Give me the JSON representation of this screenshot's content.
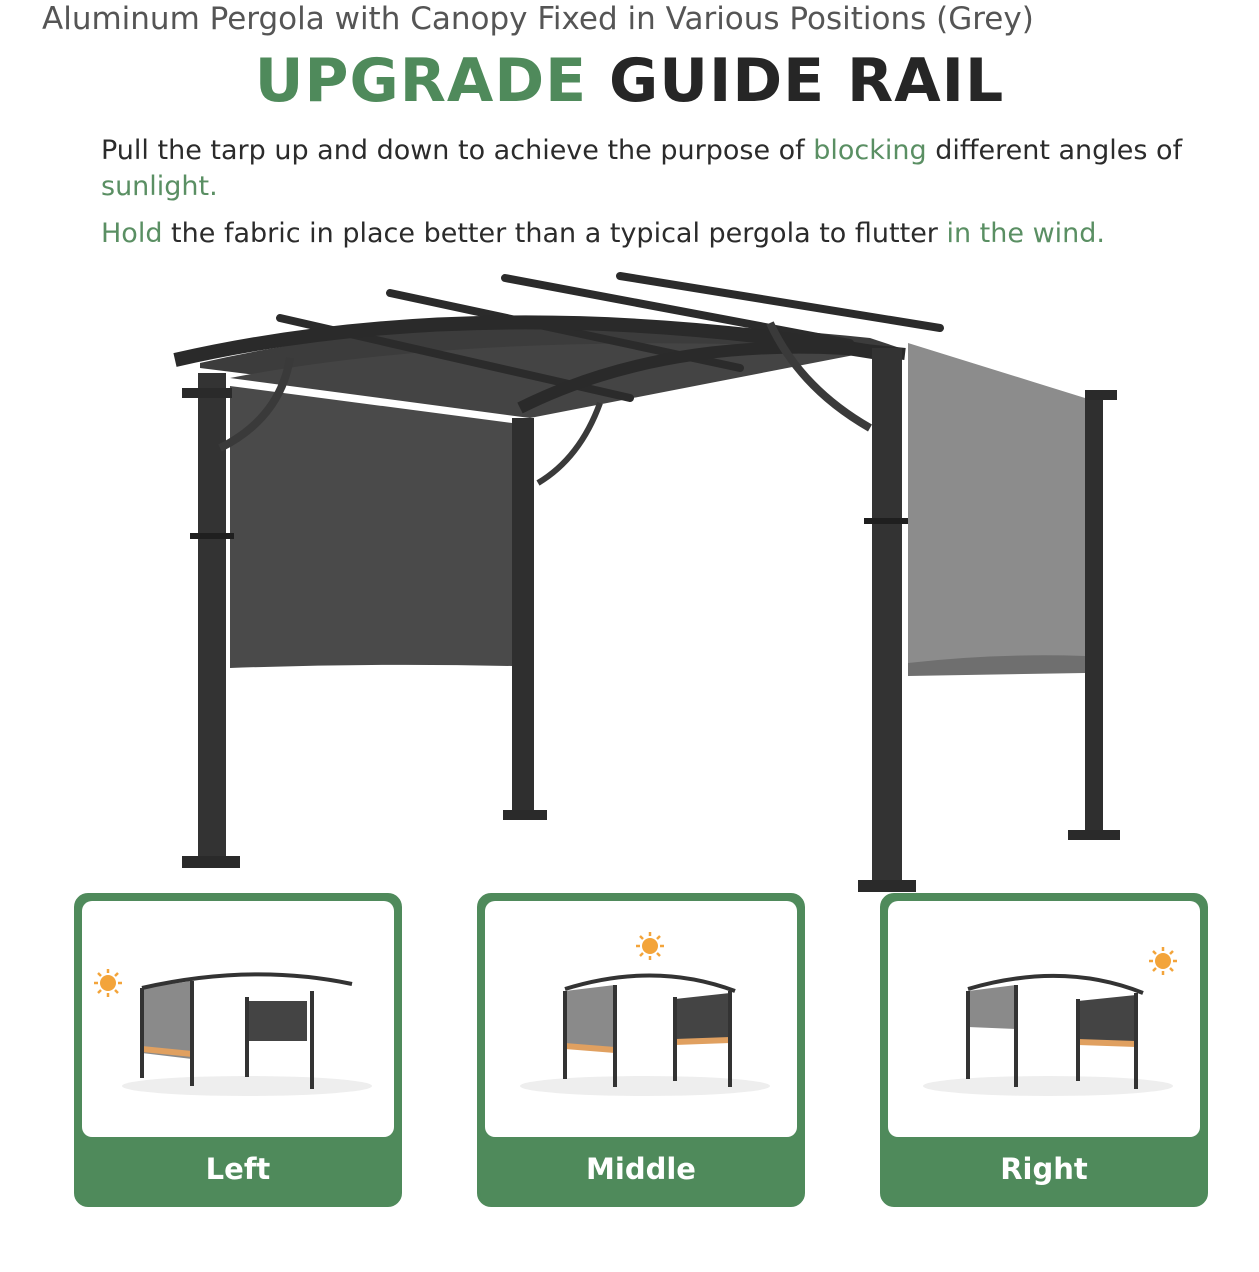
{
  "page": {
    "title": "Aluminum Pergola with Canopy Fixed in Various Positions (Grey)"
  },
  "banner": {
    "headline_accent": "UPGRADE",
    "headline_main": "GUIDE RAIL",
    "line1_part1": "Pull the tarp up and down to achieve the purpose of ",
    "line1_accent": "blocking",
    "line1_part2": " different angles of ",
    "line1_accent2": "sunlight.",
    "line2_accent": "Hold",
    "line2_part": " the fabric in place better than a typical pergola to flutter ",
    "line2_accent2": "in the wind."
  },
  "positions": [
    {
      "label": "Left"
    },
    {
      "label": "Middle"
    },
    {
      "label": "Right"
    }
  ],
  "colors": {
    "brand_green": "#4f8a5b",
    "accent_text_green": "#5a8f63",
    "frame": "#333333",
    "canopy_dark": "#4a4a4a",
    "canopy_light": "#8a8a8a",
    "sun": "#f3a43a"
  },
  "icons": [
    "sun-icon"
  ]
}
